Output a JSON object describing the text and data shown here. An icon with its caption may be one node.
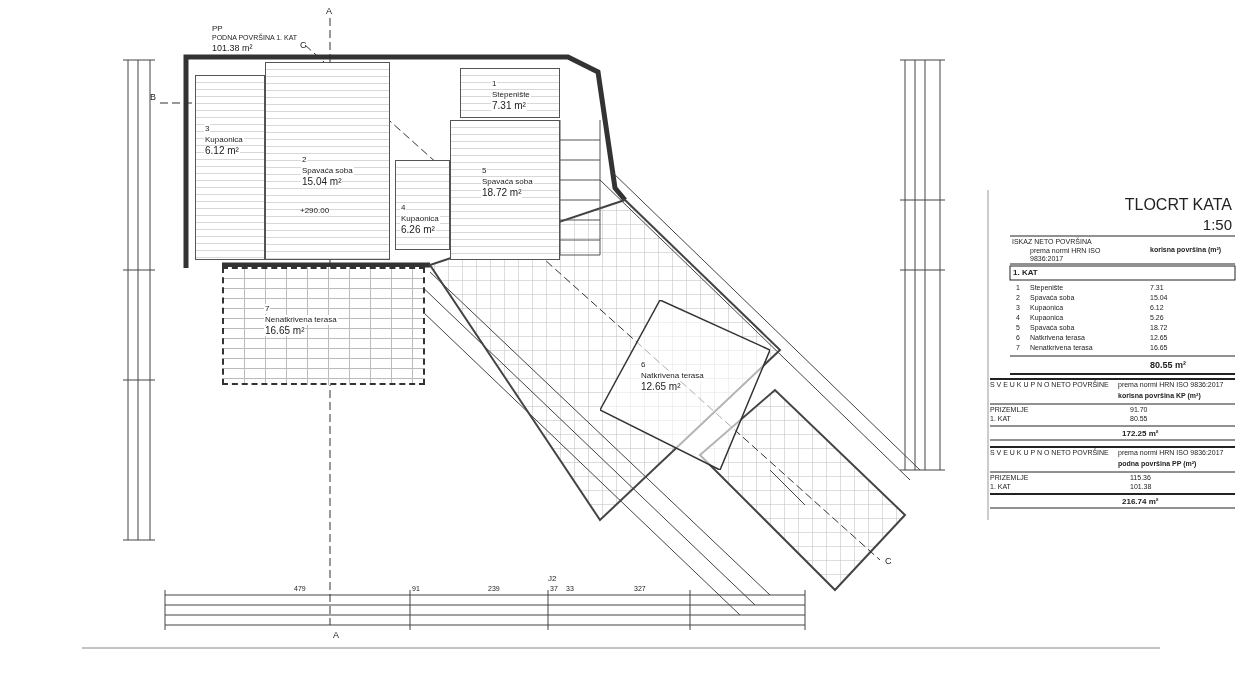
{
  "diagram": {
    "title": "TLOCRT KATA",
    "nodes": [
      {
        "text": [
          "1",
          "Stepenište",
          "7.31 m²"
        ]
      },
      {
        "text": [
          "2",
          "Spavaća soba",
          "15.04 m²"
        ]
      },
      {
        "text": [
          "3",
          "Kupaonica",
          "6.12 m²"
        ]
      },
      {
        "text": [
          "4",
          "Kupaonica",
          "6.26 m²"
        ]
      },
      {
        "text": [
          "5",
          "Spavaća soba",
          "18.72 m²"
        ]
      },
      {
        "text": [
          "6",
          "Natkrivena terasa",
          "12.65 m²"
        ]
      },
      {
        "text": [
          "7",
          "Nenatkrivena terasa",
          "16.65 m²"
        ]
      }
    ],
    "edges": [],
    "labels": [
      "PP",
      "PODNA POVRŠINA 1. KAT",
      "101.38 m²",
      "A",
      "C",
      "B",
      "+290.00",
      "1:50",
      "ISKAZ NETO POVRŠINA",
      "prema normi HRN ISO 9836:2017",
      "korisna površina (m²)",
      "1. KAT",
      "1",
      "Stepenište",
      "7.31",
      "2",
      "Spavaća soba",
      "15.04",
      "3",
      "Kupaonica",
      "6.12",
      "4",
      "Kupaonica",
      "5.26",
      "5",
      "Spavaća soba",
      "18.72",
      "6",
      "Natkrivena terasa",
      "12.65",
      "7",
      "Nenatkrivena terasa",
      "16.65",
      "80.55 m²",
      "S V E U K U P N O NETO POVRŠINE",
      "prema normi HRN ISO 9836:2017",
      "korisna površina KP (m²)",
      "PRIZEMLJE",
      "91.70",
      "1. KAT",
      "80.55",
      "172.25 m²",
      "S V E U K U P N O NETO POVRŠINE",
      "prema normi HRN ISO 9836:2017",
      "podna površina PP (m²)",
      "PRIZEMLJE",
      "115.36",
      "1. KAT",
      "101.38",
      "216.74 m²",
      "479",
      "91",
      "239",
      "37",
      "33",
      "327",
      "J2",
      "A",
      "C"
    ]
  }
}
